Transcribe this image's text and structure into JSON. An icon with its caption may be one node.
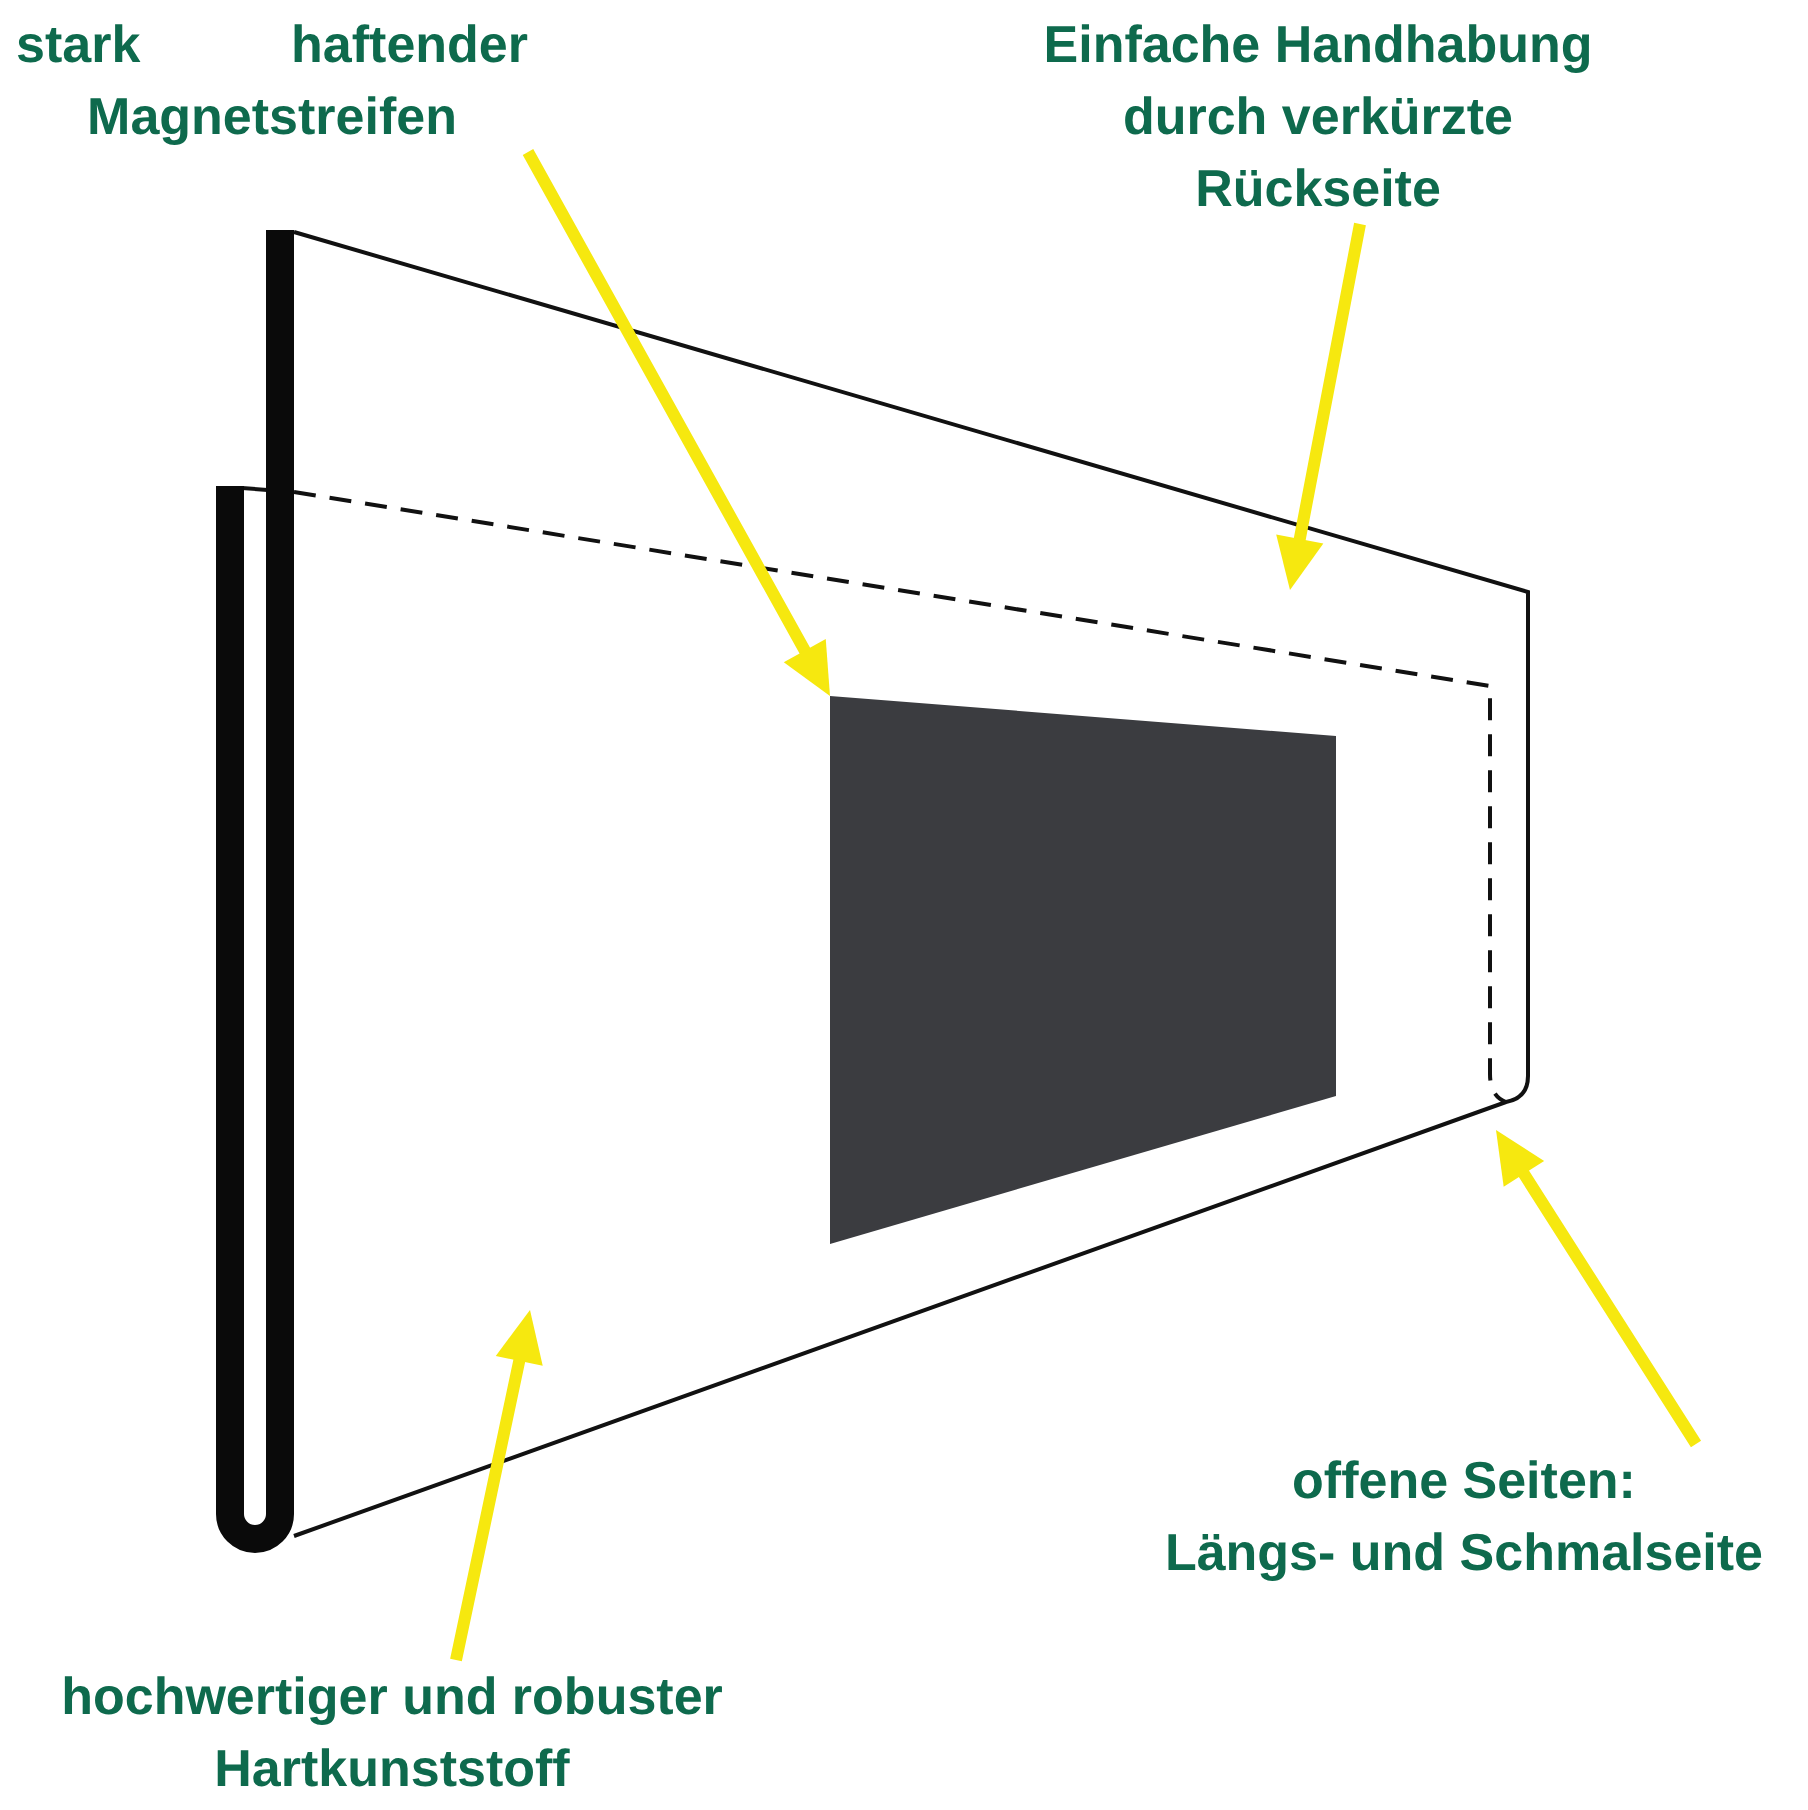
{
  "diagram": {
    "nodes": [
      {
        "text": [
          "stark haftender Magnetstreifen"
        ]
      },
      {
        "text": [
          "Einfache Handhabung durch verkürzte Rückseite"
        ]
      },
      {
        "text": [],
        "shape": "box"
      },
      {
        "text": [
          "offene Seiten: Längs- und Schmalseite"
        ]
      },
      {
        "text": [
          "hochwertiger und robuster Hartkunststoff"
        ]
      }
    ],
    "edges": [
      {
        "from": 0,
        "to": 2,
        "arrow": "to"
      },
      {
        "from": 1,
        "to": null,
        "arrow": "to"
      },
      {
        "from": 3,
        "to": null,
        "arrow": "to"
      },
      {
        "from": 4,
        "to": null,
        "arrow": "to"
      }
    ]
  }
}
